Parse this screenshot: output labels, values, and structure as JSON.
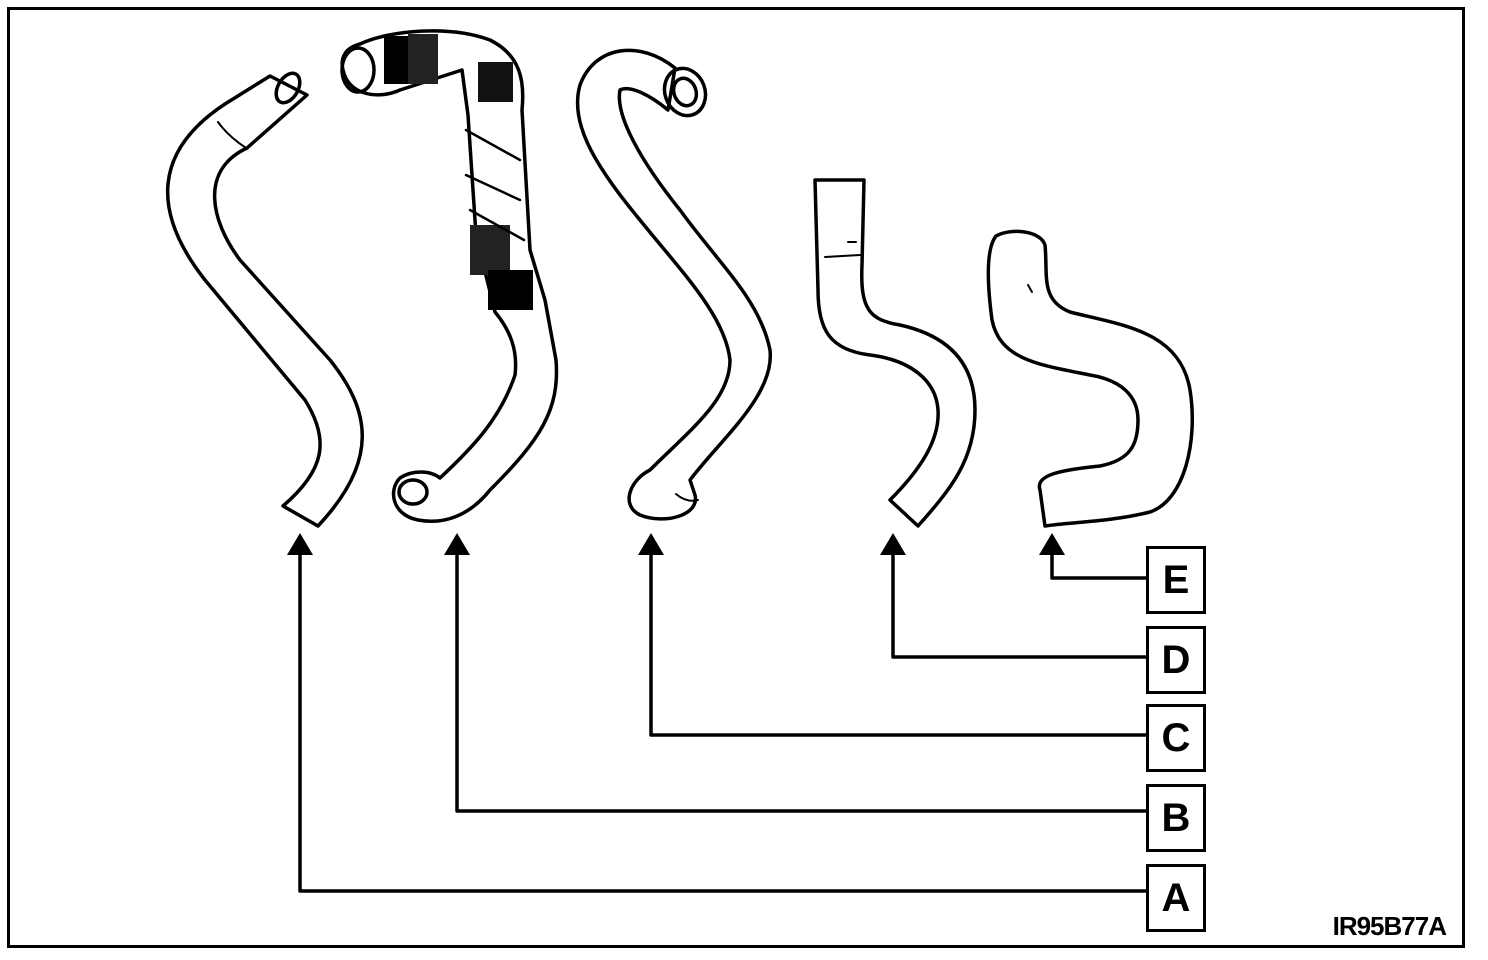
{
  "labels": {
    "a": "A",
    "b": "B",
    "c": "C",
    "d": "D",
    "e": "E"
  },
  "figure_code": "IR95B77A",
  "hoses": [
    "hose-a",
    "hose-b",
    "hose-c",
    "hose-d",
    "hose-e"
  ]
}
